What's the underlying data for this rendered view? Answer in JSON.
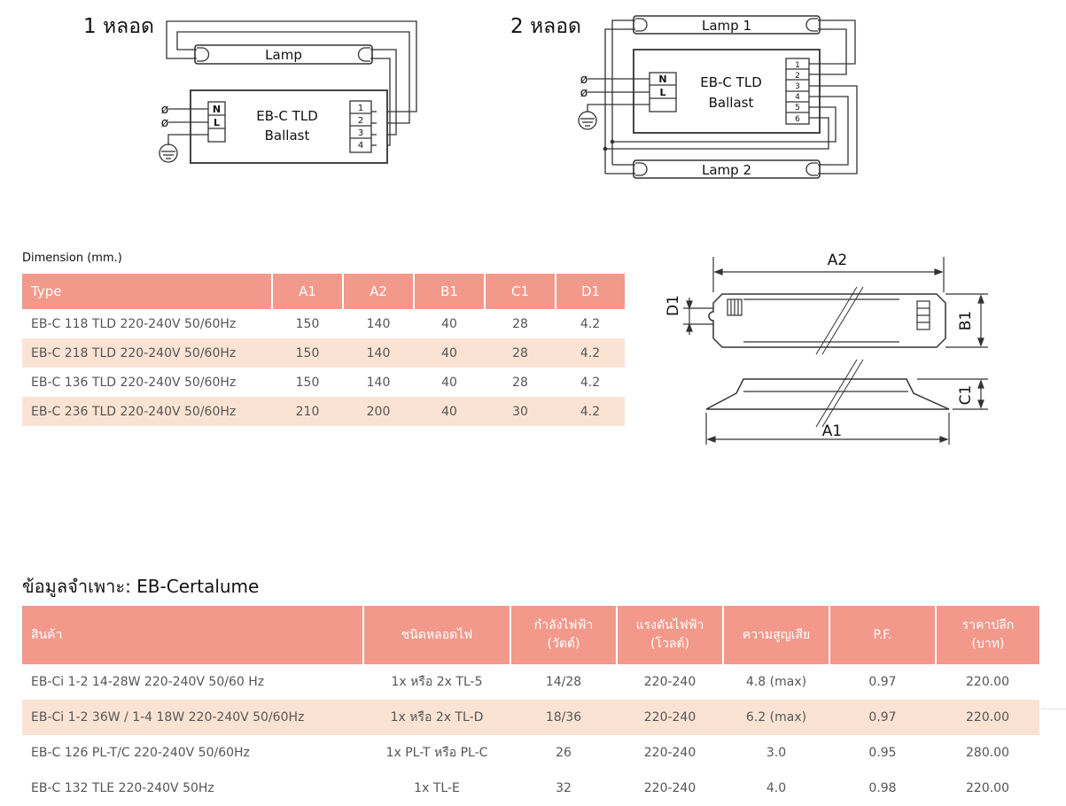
{
  "wiring": {
    "one_lamp": {
      "title": "1 หลอด",
      "lamp": "Lamp",
      "ballast_line1": "EB-C TLD",
      "ballast_line2": "Ballast",
      "terminal_n": "N",
      "terminal_l": "L",
      "pins": [
        "1",
        "2",
        "3",
        "4"
      ]
    },
    "two_lamp": {
      "title": "2 หลอด",
      "lamp1": "Lamp 1",
      "lamp2": "Lamp 2",
      "ballast_line1": "EB-C TLD",
      "ballast_line2": "Ballast",
      "terminal_n": "N",
      "terminal_l": "L",
      "pins": [
        "1",
        "2",
        "3",
        "4",
        "5",
        "6"
      ]
    },
    "phase_symbol": "ø"
  },
  "dimension": {
    "caption": "Dimension (mm.)",
    "headers": [
      "Type",
      "A1",
      "A2",
      "B1",
      "C1",
      "D1"
    ],
    "rows": [
      [
        "EB-C 118 TLD 220-240V 50/60Hz",
        "150",
        "140",
        "40",
        "28",
        "4.2"
      ],
      [
        "EB-C 218 TLD 220-240V 50/60Hz",
        "150",
        "140",
        "40",
        "28",
        "4.2"
      ],
      [
        "EB-C 136 TLD 220-240V 50/60Hz",
        "150",
        "140",
        "40",
        "28",
        "4.2"
      ],
      [
        "EB-C 236 TLD 220-240V 50/60Hz",
        "210",
        "200",
        "40",
        "30",
        "4.2"
      ]
    ],
    "drawing_labels": {
      "a2": "A2",
      "a1": "A1",
      "b1": "B1",
      "c1": "C1",
      "d1": "D1"
    }
  },
  "spec": {
    "title": "ข้อมูลจำเพาะ: EB-Certalume",
    "headers": [
      {
        "line1": "สินค้า",
        "line2": ""
      },
      {
        "line1": "ชนิดหลอดไฟ",
        "line2": ""
      },
      {
        "line1": "กำลังไฟฟ้า",
        "line2": "(วัตต์)"
      },
      {
        "line1": "แรงดันไฟฟ้า",
        "line2": "(โวลต์)"
      },
      {
        "line1": "ความสูญเสีย",
        "line2": ""
      },
      {
        "line1": "P.F.",
        "line2": ""
      },
      {
        "line1": "ราคาปลีก",
        "line2": "(บาท)"
      }
    ],
    "rows": [
      [
        "EB-Ci 1-2 14-28W 220-240V 50/60 Hz",
        "1x หรือ 2x TL-5",
        "14/28",
        "220-240",
        "4.8 (max)",
        "0.97",
        "220.00"
      ],
      [
        "EB-Ci 1-2 36W / 1-4 18W 220-240V 50/60Hz",
        "1x หรือ 2x TL-D",
        "18/36",
        "220-240",
        "6.2 (max)",
        "0.97",
        "220.00"
      ],
      [
        "EB-C 126 PL-T/C 220-240V 50/60Hz",
        "1x PL-T หรือ PL-C",
        "26",
        "220-240",
        "3.0",
        "0.95",
        "280.00"
      ],
      [
        "EB-C 132 TLE 220-240V 50Hz",
        "1x TL-E",
        "32",
        "220-240",
        "4.0",
        "0.98",
        "220.00"
      ]
    ]
  },
  "colors": {
    "header_bg": "#f3998b",
    "alt_row_bg": "#fbe3d3",
    "line": "#333333"
  }
}
